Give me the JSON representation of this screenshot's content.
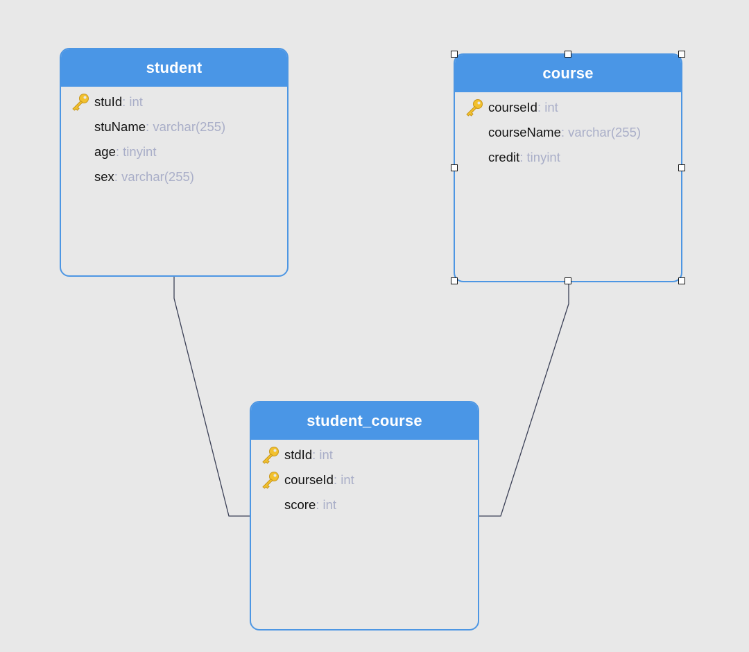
{
  "tables": [
    {
      "id": "student",
      "name": "student",
      "fields": [
        {
          "name": "stuId",
          "type": "int",
          "primary_key": true
        },
        {
          "name": "stuName",
          "type": "varchar(255)",
          "primary_key": false
        },
        {
          "name": "age",
          "type": "tinyint",
          "primary_key": false
        },
        {
          "name": "sex",
          "type": "varchar(255)",
          "primary_key": false
        }
      ]
    },
    {
      "id": "course",
      "name": "course",
      "selected": true,
      "fields": [
        {
          "name": "courseId",
          "type": "int",
          "primary_key": true
        },
        {
          "name": "courseName",
          "type": "varchar(255)",
          "primary_key": false
        },
        {
          "name": "credit",
          "type": "tinyint",
          "primary_key": false
        }
      ]
    },
    {
      "id": "student_course",
      "name": "student_course",
      "fields": [
        {
          "name": "stdId",
          "type": "int",
          "primary_key": true
        },
        {
          "name": "courseId",
          "type": "int",
          "primary_key": true
        },
        {
          "name": "score",
          "type": "int",
          "primary_key": false
        }
      ]
    }
  ],
  "relationships": [
    {
      "from": "student",
      "to": "student_course"
    },
    {
      "from": "course",
      "to": "student_course"
    }
  ],
  "colors": {
    "background": "#e8e8e8",
    "header": "#4a96e6",
    "border": "#4d96e3",
    "field_name": "#111111",
    "field_type": "#a9aec8",
    "key": "#f2c12e",
    "connector": "#3a3f55"
  },
  "type_separator": ": ",
  "icons": {
    "primary_key": "key-icon",
    "resize_handle": "resize-handle"
  }
}
